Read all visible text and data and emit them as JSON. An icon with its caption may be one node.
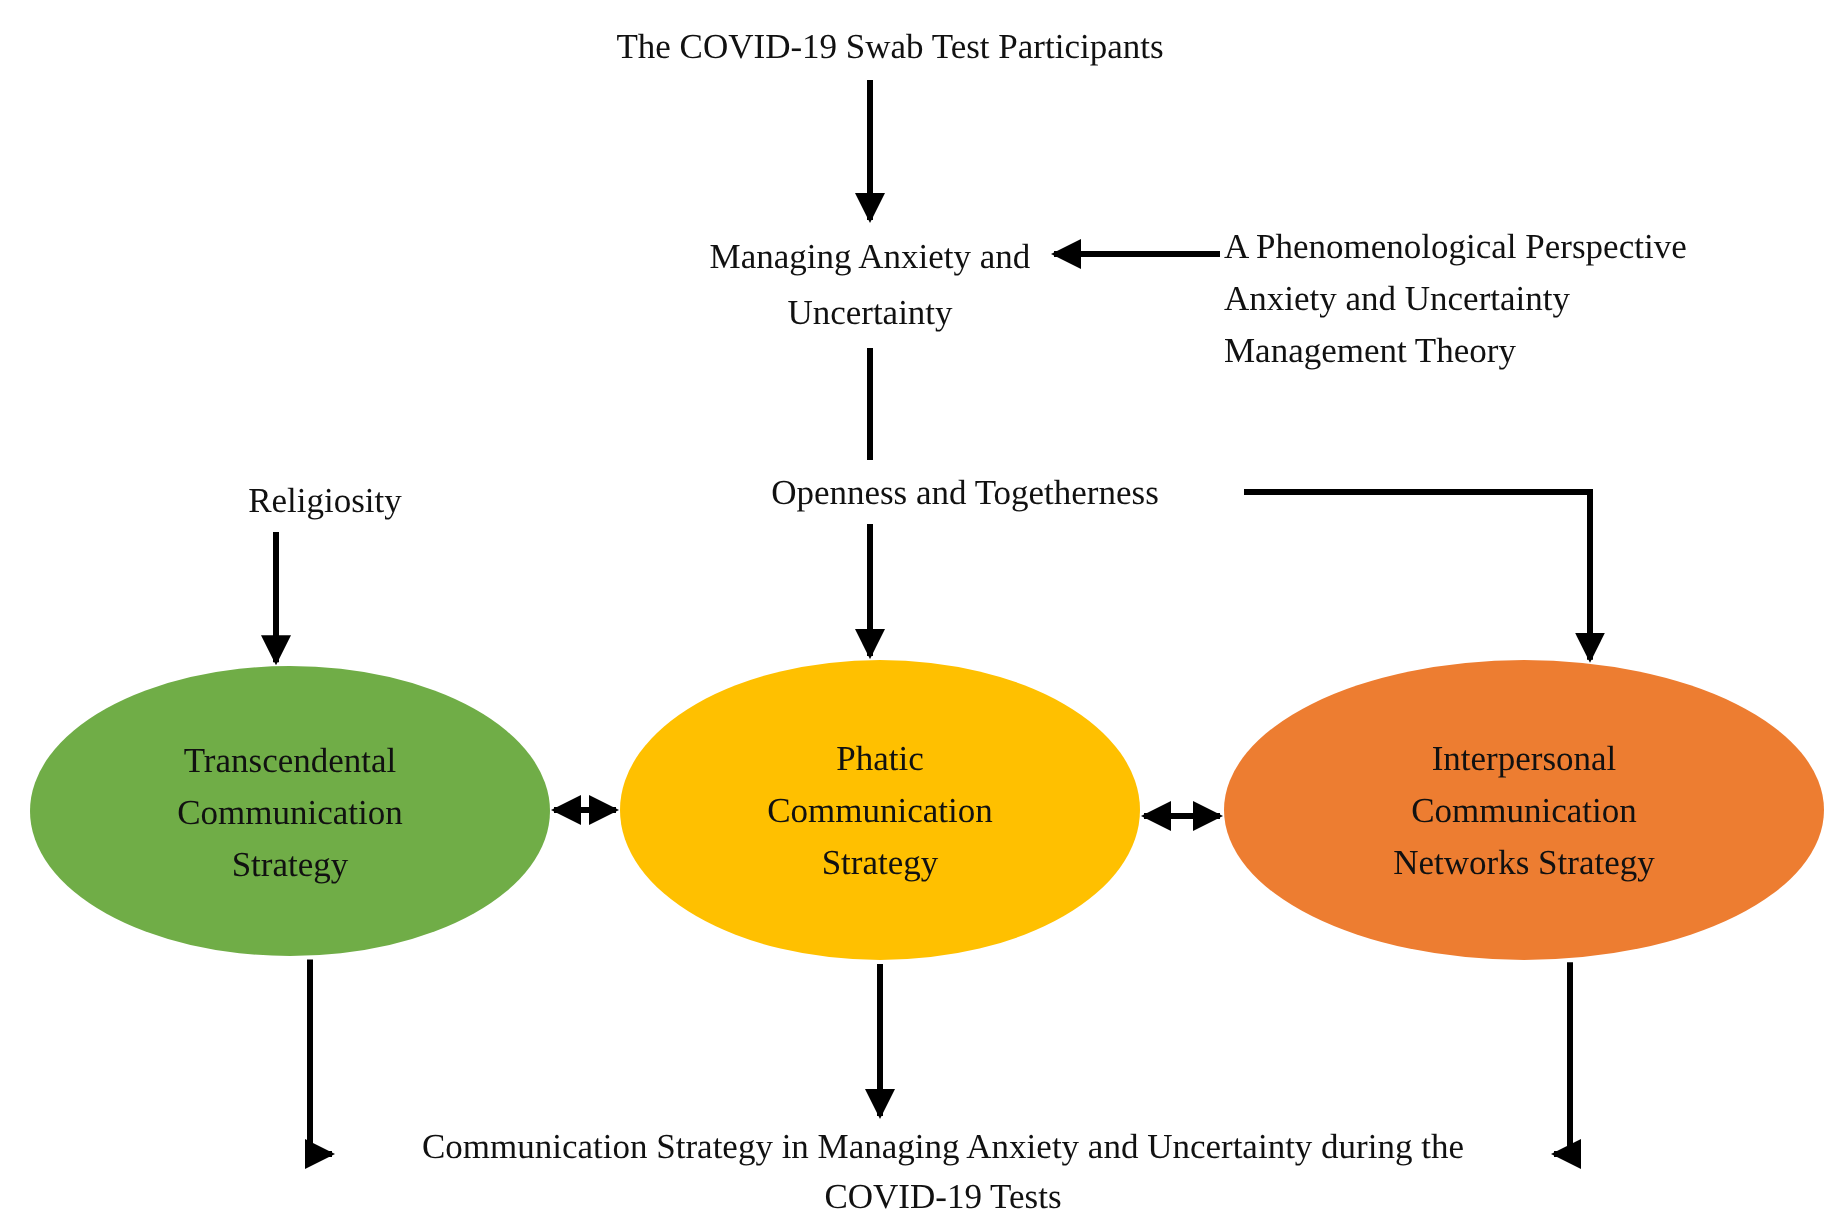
{
  "diagram": {
    "nodes": [
      {
        "text": [
          "The COVID-19 Swab Test Participants"
        ]
      },
      {
        "text": [
          "Managing Anxiety and Uncertainty"
        ]
      },
      {
        "text": [
          "A Phenomenological Perspective Anxiety and Uncertainty Management Theory"
        ]
      },
      {
        "text": [
          "Religiosity"
        ]
      },
      {
        "text": [
          "Openness and Togetherness"
        ]
      },
      {
        "text": [
          "Transcendental Communication Strategy"
        ]
      },
      {
        "text": [
          "Phatic Communication Strategy"
        ]
      },
      {
        "text": [
          "Interpersonal Communication Networks Strategy"
        ]
      },
      {
        "text": [
          "Communication Strategy in Managing Anxiety and Uncertainty during the COVID-19 Tests"
        ]
      }
    ],
    "edges": [
      {
        "from": 0,
        "to": 1,
        "arrow": "to"
      },
      {
        "from": 2,
        "to": 1,
        "arrow": "to"
      },
      {
        "from": 1,
        "to": 4,
        "arrow": "none"
      },
      {
        "from": 4,
        "to": 6,
        "arrow": "to"
      },
      {
        "from": 4,
        "to": 7,
        "arrow": "to"
      },
      {
        "from": 3,
        "to": 5,
        "arrow": "to"
      },
      {
        "from": 5,
        "to": 6,
        "arrow": "both"
      },
      {
        "from": 6,
        "to": 7,
        "arrow": "both"
      },
      {
        "from": 5,
        "to": 8,
        "arrow": "to"
      },
      {
        "from": 6,
        "to": 8,
        "arrow": "to"
      },
      {
        "from": 7,
        "to": 8,
        "arrow": "to"
      }
    ]
  }
}
